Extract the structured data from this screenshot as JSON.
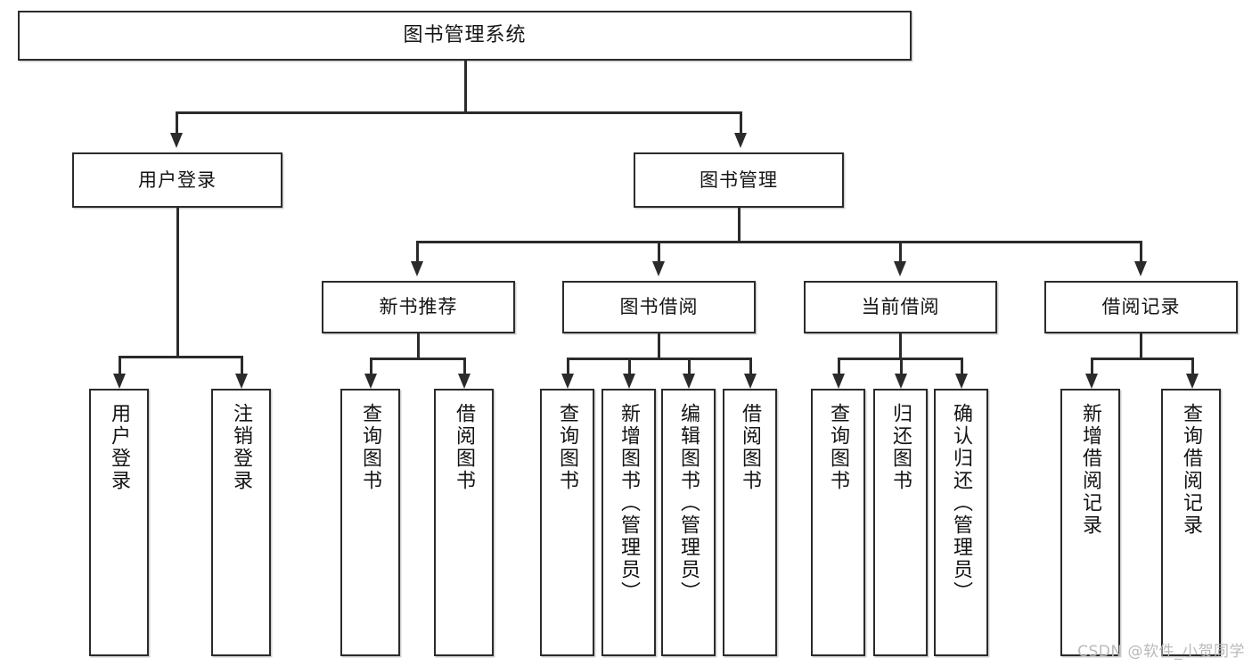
{
  "diagram": {
    "type": "tree-hierarchy-chart",
    "title": "图书管理系统",
    "watermark": "CSDN @软件_小贺同学",
    "colors": {
      "box_border": "#2b2b2b",
      "box_fill": "#ffffff",
      "connector": "#2b2b2b",
      "text": "#141414",
      "watermark": "#b9b9b9"
    },
    "root": {
      "label": "图书管理系统"
    },
    "level2": [
      {
        "label": "用户登录"
      },
      {
        "label": "图书管理"
      }
    ],
    "level3": [
      {
        "label": "新书推荐"
      },
      {
        "label": "图书借阅"
      },
      {
        "label": "当前借阅"
      },
      {
        "label": "借阅记录"
      }
    ],
    "leaves": [
      {
        "label": "用户登录"
      },
      {
        "label": "注销登录"
      },
      {
        "label": "查询图书"
      },
      {
        "label": "借阅图书"
      },
      {
        "label": "查询图书"
      },
      {
        "label": "新增图书（管理员）"
      },
      {
        "label": "编辑图书（管理员）"
      },
      {
        "label": "借阅图书"
      },
      {
        "label": "查询图书"
      },
      {
        "label": "归还图书"
      },
      {
        "label": "确认归还（管理员）"
      },
      {
        "label": "新增借阅记录"
      },
      {
        "label": "查询借阅记录"
      }
    ]
  }
}
